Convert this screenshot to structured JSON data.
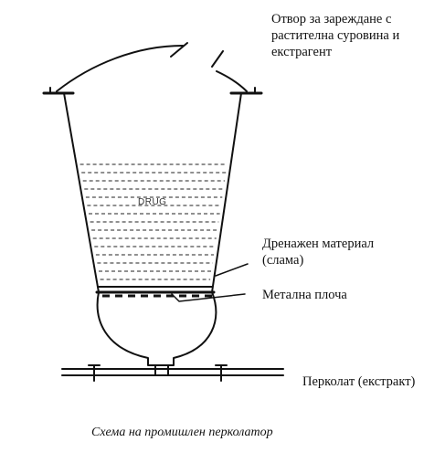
{
  "labels": {
    "opening": [
      "Отвор за зареждане с",
      "растителна суровина и",
      "екстрагент"
    ],
    "drainage": [
      "Дренажен материал",
      "(слама)"
    ],
    "plate": "Метална плоча",
    "percolate": "Перколат (екстракт)",
    "drug": "DRUG",
    "caption": "Схема на промишлен перколатор"
  },
  "colors": {
    "line": "#111111",
    "background": "#ffffff"
  }
}
